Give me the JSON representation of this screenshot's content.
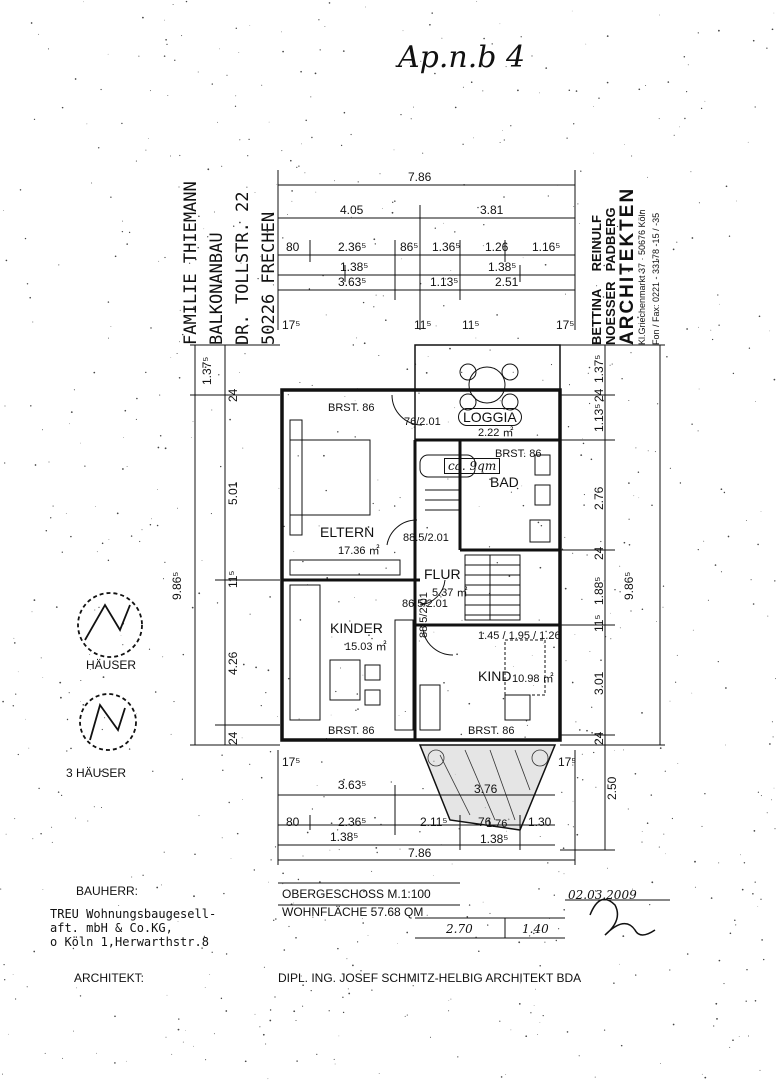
{
  "header_note": "Ap.n.b 4",
  "client_side": {
    "line1": "FAMILIE THIEMANN",
    "line2": "BALKONANBAU",
    "line3": "DR. TOLLSTR. 22",
    "line4": "50226 FRECHEN"
  },
  "architect_stamp": {
    "name1": "BETTINA",
    "name1b": "NOESSER",
    "name2": "REINULF",
    "name2b": "PADBERG",
    "title": "ARCHITEKTEN",
    "address": "Kl.Griechenmarkt 37 · 50676 Köln",
    "phone": "Fon / Fax: 0221 - 33178 -15 / -35"
  },
  "top_dims": {
    "total": "7.86",
    "left": "4.05",
    "right": "3.81",
    "row3": [
      "80",
      "2.36⁵",
      "86⁵",
      "1.36⁵",
      "1.26",
      "1.16⁵"
    ],
    "row4a": [
      "1.38⁵",
      "1.38⁵"
    ],
    "row4b": [
      "3.63⁵",
      "1.13⁵",
      "2.51"
    ],
    "row5": [
      "17⁵",
      "11⁵",
      "11⁵",
      "17⁵"
    ]
  },
  "left_dims": [
    "1.37⁵",
    "24",
    "5.01",
    "11⁵",
    "4.26",
    "24",
    "9.86⁵"
  ],
  "right_dims": [
    "1.37⁵",
    "24",
    "1.13⁵",
    "2.76",
    "24",
    "1.88⁵",
    "11⁵",
    "3.01",
    "24",
    "9.86⁵",
    "2.50"
  ],
  "rooms": {
    "eltern_name": "ELTERN",
    "eltern_area": "17.36 ㎡",
    "kinder_name": "KINDER",
    "kinder_area": "15.03 ㎡",
    "kind_name": "KIND",
    "kind_area": "10.98 ㎡",
    "flur_name": "FLUR",
    "flur_area": "5.37 ㎡",
    "bad_name": "BAD",
    "bad_tag": "ca. 9qm",
    "loggia_name": "LOGGIA",
    "loggia_area": "2.22 ㎡",
    "brst_eltern": "BRST. 86",
    "brst_kinder": "BRST. 86",
    "brst_kind": "BRST. 86",
    "brst_bad": "BRST. 86",
    "door_eltern": "76/2.01",
    "door_eltern2": "88.5/2.01",
    "door_kinder": "86.5/2.01",
    "door_flur": "88.5/2.01",
    "win_kind": "1.45 / 1.95 / 1.26",
    "balcony_dim": "3.76",
    "loggia_door": "1.76"
  },
  "bottom_dims": {
    "row1": [
      "17⁵",
      "17⁵"
    ],
    "row2": "3.63⁵",
    "row3": [
      "80",
      "2.36⁵",
      "2.11⁵",
      "76",
      "1.30"
    ],
    "row4": [
      "1.38⁵",
      "1.38⁵"
    ],
    "total": "7.86"
  },
  "house_labels": [
    "HÄUSER",
    "3 HÄUSER"
  ],
  "footer": {
    "bauherr_label": "BAUHERR:",
    "bauherr_1": "TREU Wohnungsbaugesell-",
    "bauherr_2": "aft. mbH & Co.KG,",
    "bauherr_3": "o Köln 1,Herwarthstr.8",
    "plan_title": "OBERGESCHOSS  M.1:100",
    "plan_area": "WOHNFLÄCHE 57.68 QM",
    "date": "02.03.2009",
    "hand_1": "2.70",
    "hand_2": "1.40",
    "architekt_label": "ARCHITEKT:",
    "architekt_full": "DIPL. ING. JOSEF  SCHMITZ-HELBIG  ARCHITEKT    BDA"
  }
}
